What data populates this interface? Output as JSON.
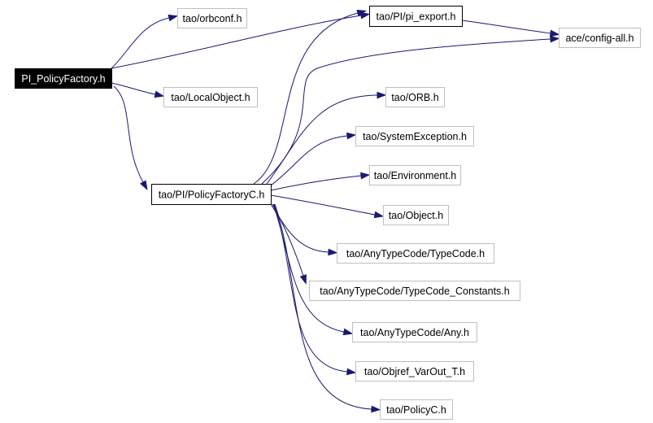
{
  "graph": {
    "edge_color": "#191970",
    "nodes": [
      {
        "id": "root",
        "label": "PI_PolicyFactory.h",
        "style": "root"
      },
      {
        "id": "orbconf",
        "label": "tao/orbconf.h",
        "style": "normal"
      },
      {
        "id": "pi_export",
        "label": "tao/PI/pi_export.h",
        "style": "strong"
      },
      {
        "id": "config_all",
        "label": "ace/config-all.h",
        "style": "normal"
      },
      {
        "id": "localobject",
        "label": "tao/LocalObject.h",
        "style": "normal"
      },
      {
        "id": "policyfactoryc",
        "label": "tao/PI/PolicyFactoryC.h",
        "style": "strong"
      },
      {
        "id": "orb",
        "label": "tao/ORB.h",
        "style": "normal"
      },
      {
        "id": "sysexc",
        "label": "tao/SystemException.h",
        "style": "normal"
      },
      {
        "id": "environment",
        "label": "tao/Environment.h",
        "style": "normal"
      },
      {
        "id": "object",
        "label": "tao/Object.h",
        "style": "normal"
      },
      {
        "id": "typecode",
        "label": "tao/AnyTypeCode/TypeCode.h",
        "style": "normal"
      },
      {
        "id": "typecode_constants",
        "label": "tao/AnyTypeCode/TypeCode_Constants.h",
        "style": "normal"
      },
      {
        "id": "any",
        "label": "tao/AnyTypeCode/Any.h",
        "style": "normal"
      },
      {
        "id": "objref",
        "label": "tao/Objref_VarOut_T.h",
        "style": "normal"
      },
      {
        "id": "policyc",
        "label": "tao/PolicyC.h",
        "style": "normal"
      }
    ],
    "edges": [
      [
        "root",
        "orbconf"
      ],
      [
        "root",
        "pi_export"
      ],
      [
        "root",
        "localobject"
      ],
      [
        "root",
        "policyfactoryc"
      ],
      [
        "pi_export",
        "config_all"
      ],
      [
        "policyfactoryc",
        "pi_export"
      ],
      [
        "policyfactoryc",
        "config_all"
      ],
      [
        "policyfactoryc",
        "orb"
      ],
      [
        "policyfactoryc",
        "sysexc"
      ],
      [
        "policyfactoryc",
        "environment"
      ],
      [
        "policyfactoryc",
        "object"
      ],
      [
        "policyfactoryc",
        "typecode"
      ],
      [
        "policyfactoryc",
        "typecode_constants"
      ],
      [
        "policyfactoryc",
        "any"
      ],
      [
        "policyfactoryc",
        "objref"
      ],
      [
        "policyfactoryc",
        "policyc"
      ]
    ]
  }
}
